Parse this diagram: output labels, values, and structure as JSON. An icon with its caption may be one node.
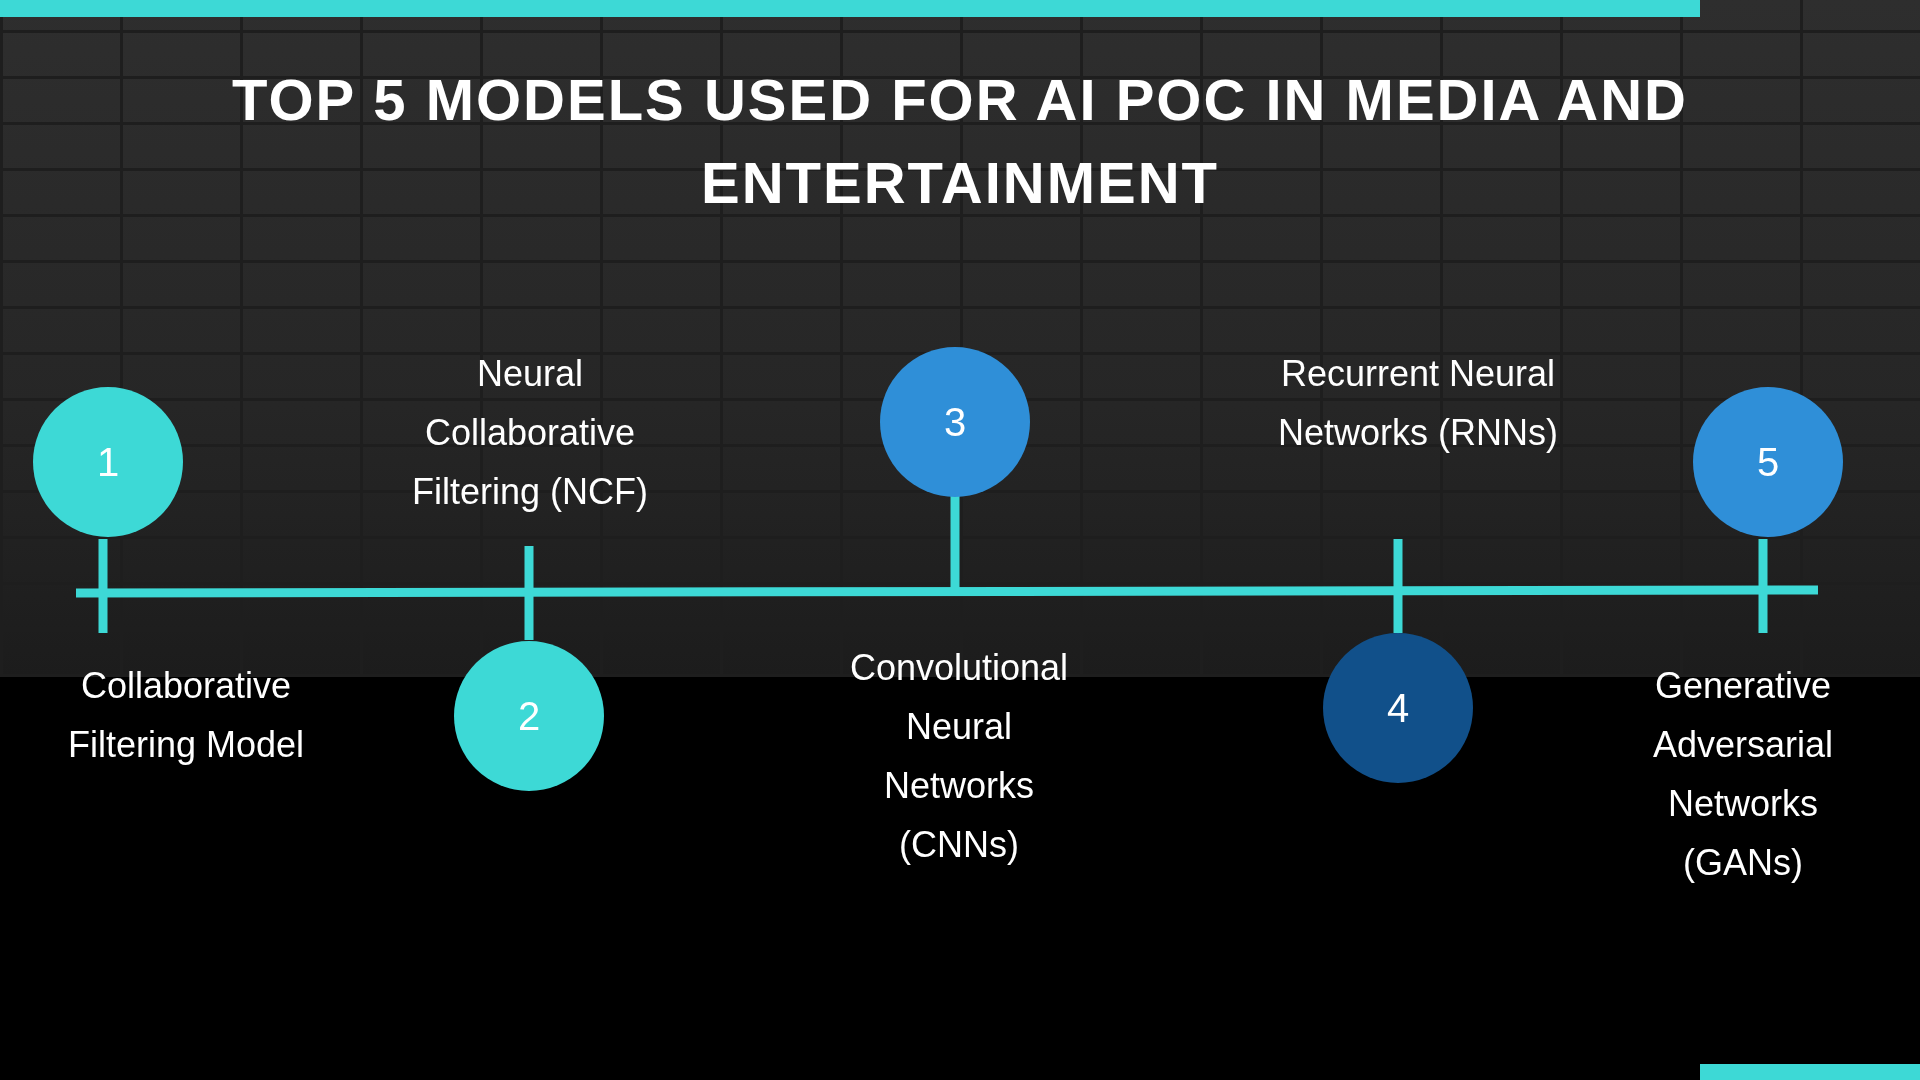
{
  "diagram": {
    "title": "TOP 5 MODELS USED FOR AI POC IN MEDIA AND ENTERTAINMENT",
    "nodes": [
      {
        "text": [
          "1"
        ],
        "beside": [
          "Collaborative Filtering Model"
        ]
      },
      {
        "text": [
          "2"
        ],
        "beside": [
          "Neural Collaborative Filtering (NCF)"
        ]
      },
      {
        "text": [
          "3"
        ]
      },
      {
        "text": [
          "4"
        ]
      },
      {
        "text": [
          "5"
        ],
        "beside": [
          "Generative Adversarial Networks (GANs)"
        ]
      }
    ],
    "labels": [
      "Recurrent Neural Networks (RNNs)",
      "Convolutional Neural Networks (CNNs)"
    ]
  }
}
